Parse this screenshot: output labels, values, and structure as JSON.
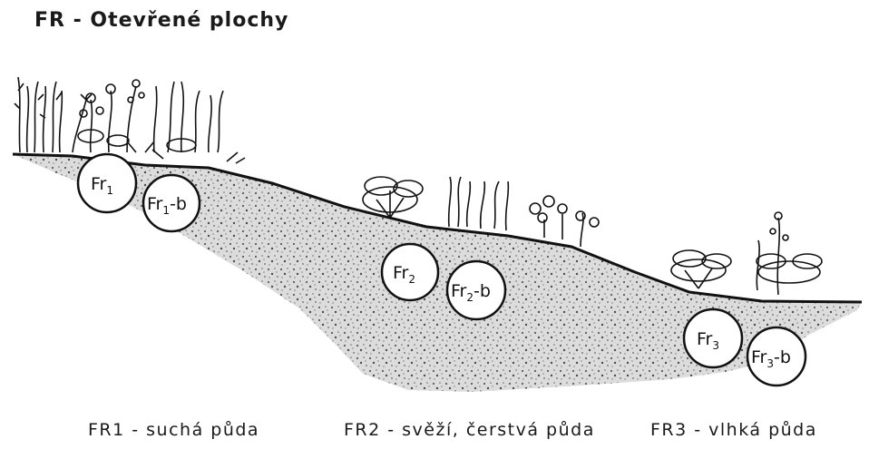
{
  "title": "FR - Otevřené plochy",
  "zones": [
    {
      "caption": "FR1 - suchá půda",
      "code_main": "Fr",
      "sub": "1",
      "code_b_suffix": "-b"
    },
    {
      "caption": "FR2 - svěží, čerstvá půda",
      "code_main": "Fr",
      "sub": "2",
      "code_b_suffix": "-b"
    },
    {
      "caption": "FR3 - vlhká půda",
      "code_main": "Fr",
      "sub": "3",
      "code_b_suffix": "-b"
    }
  ],
  "colors": {
    "soil_fill": "#d8d8d8",
    "soil_dots": "#555555",
    "outline": "#111111"
  }
}
